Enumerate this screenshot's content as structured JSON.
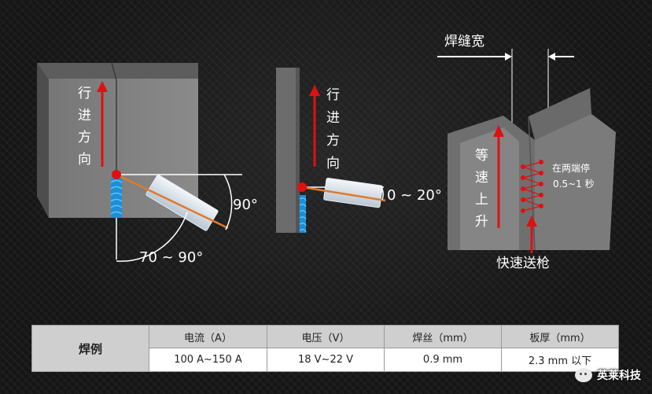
{
  "figure1": {
    "direction_text": [
      "行",
      "进",
      "方",
      "向"
    ],
    "angle_torch": "90°",
    "angle_plate": "70 ~ 90°"
  },
  "figure2": {
    "direction_text": [
      "行",
      "进",
      "方",
      "向"
    ],
    "angle_torch": "0 ~ 20°"
  },
  "figure3": {
    "weld_width_label": "焊缝宽",
    "speed_text": [
      "等",
      "速",
      "上",
      "升"
    ],
    "pause_note_line1": "在两端停",
    "pause_note_line2": "0.5~1 秒",
    "feed_label": "快速送枪"
  },
  "table": {
    "row_header": "焊例",
    "headers": [
      "电流（A）",
      "电压（V）",
      "焊丝（mm）",
      "板厚（mm）"
    ],
    "values": [
      "100 A~150 A",
      "18 V~22 V",
      "0.9 mm",
      "2.3 mm 以下"
    ]
  },
  "watermark": "英莱科技",
  "colors": {
    "arrow_red": "#e01010",
    "torch_line": "#e07a2a",
    "weld_bead": "#1e8fd6",
    "plate": "#7d7d7d"
  }
}
